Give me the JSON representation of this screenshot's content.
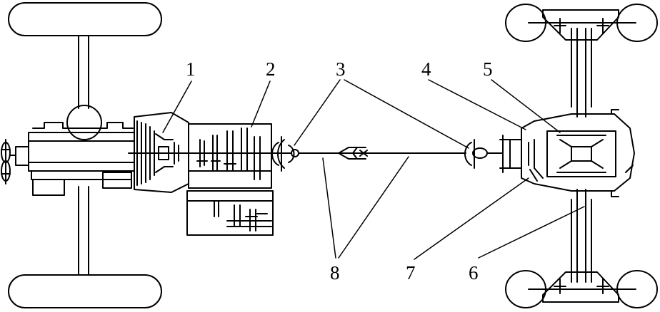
{
  "diagram": {
    "labels": [
      {
        "id": "1",
        "text": "1"
      },
      {
        "id": "2",
        "text": "2"
      },
      {
        "id": "3",
        "text": "3"
      },
      {
        "id": "4",
        "text": "4"
      },
      {
        "id": "5",
        "text": "5"
      },
      {
        "id": "6",
        "text": "6"
      },
      {
        "id": "7",
        "text": "7"
      },
      {
        "id": "8",
        "text": "8"
      }
    ],
    "colors": {
      "stroke": "#000000",
      "background": "#ffffff"
    }
  }
}
